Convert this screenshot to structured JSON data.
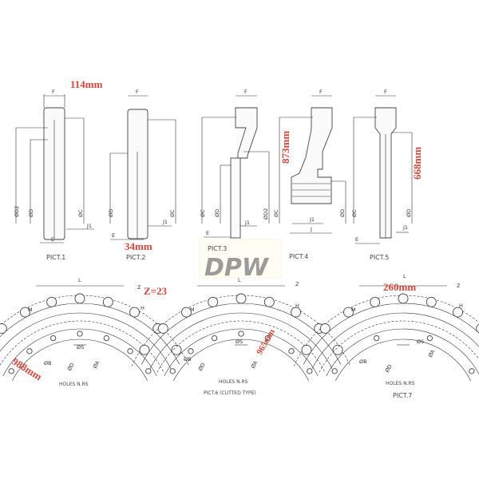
{
  "labels": {
    "F": "F",
    "E": "E",
    "J": "J",
    "J1": "J1",
    "D": "ØD",
    "D2": "ØD2",
    "C": "ØC",
    "L": "L",
    "Z": "Z",
    "M": "M",
    "H": "H",
    "S": "ØS",
    "B": "ØB",
    "A": "ØA",
    "holes": "HOLES N.RS"
  },
  "pictures": {
    "p1": "PICT.1",
    "p2": "PICT.2",
    "p3": "PICT.3",
    "p4": "PICT.4",
    "p5": "PICT.5",
    "p6": "PICT.6 (CUTTED TYPE)",
    "p7": "PICT.7"
  },
  "measurements": {
    "width_f": "114mm",
    "e_value": "34mm",
    "c_value": "873mm",
    "d_value": "668mm",
    "teeth": "Z=23",
    "b_value": "988mm",
    "a_value": "965mm",
    "l_value": "260mm"
  },
  "logo": {
    "text": "DPW"
  },
  "colors": {
    "accent": "#d9463a",
    "line": "#333333"
  }
}
